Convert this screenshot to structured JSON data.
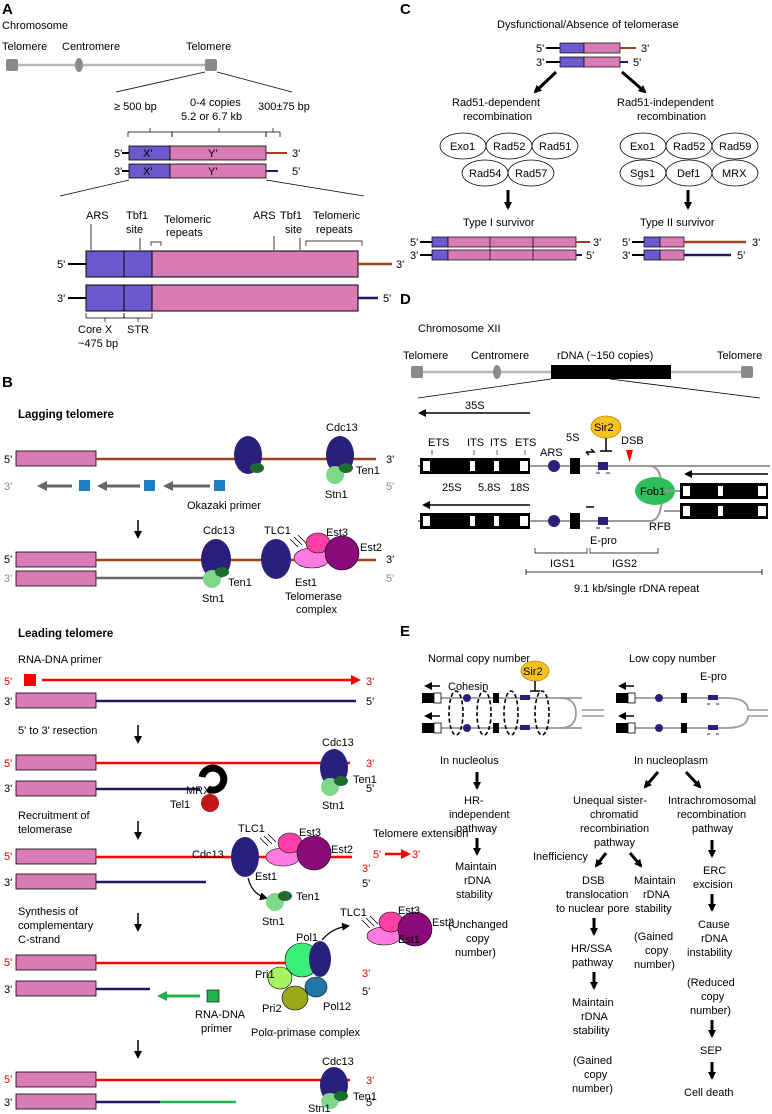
{
  "panels": {
    "a": "A",
    "b": "B",
    "c": "C",
    "d": "D",
    "e": "E"
  },
  "colors": {
    "purple": "#6a5acd",
    "pink": "#d97bb5",
    "brown": "#a0401c",
    "navy": "#1f1a66",
    "red": "#ff0000",
    "green": "#22b14c",
    "gray": "#b8b8b8",
    "cdc13": "#2a1f7a",
    "stn1": "#7fd88a",
    "est3": "#ff3fa5",
    "est2": "#8b0a7a",
    "fob1": "#2fbf5a",
    "sir2": "#f7c21a"
  },
  "a": {
    "chromosome": "Chromosome",
    "telomere_left": "Telomere",
    "centromere": "Centromere",
    "telomere_right": "Telomere",
    "x_len": "≥ 500 bp",
    "y_copies": "0-4 copies",
    "y_len": "5.2 or 6.7 kb",
    "tel_len": "300±75 bp",
    "x_label": "X'",
    "y_label": "Y'",
    "ars1": "ARS",
    "tbf1_1": "Tbf1",
    "site1": "site",
    "telrep1a": "Telomeric",
    "telrep1b": "repeats",
    "ars2": "ARS",
    "tbf1_2": "Tbf1",
    "site2": "site",
    "telrep2a": "Telomeric",
    "telrep2b": "repeats",
    "corex": "Core X",
    "corex_len": "~475 bp",
    "str": "STR"
  },
  "ends": {
    "p5": "5'",
    "p3": "3'"
  },
  "b": {
    "lagging": "Lagging telomere",
    "cdc13": "Cdc13",
    "ten1": "Ten1",
    "stn1": "Stn1",
    "okazaki": "Okazaki primer",
    "tlc1": "TLC1",
    "est3": "Est3",
    "est2": "Est2",
    "est1": "Est1",
    "tel_complex": "Telomerase",
    "tel_complex2": "complex",
    "leading": "Leading telomere",
    "rna_dna": "RNA-DNA primer",
    "resection": "5' to 3' resection",
    "mrx": "MRX",
    "tel1": "Tel1",
    "recruit1": "Recruitment of",
    "recruit2": "telomerase",
    "extension": "Telomere extension",
    "synth1": "Synthesis of",
    "synth2": "complementary",
    "synth3": "C-strand",
    "pol1": "Pol1",
    "pri1": "Pri1",
    "pri2": "Pri2",
    "pol12": "Pol12",
    "rna_dna2a": "RNA-DNA",
    "rna_dna2b": "primer",
    "pola": "Polα-primase complex"
  },
  "c": {
    "title": "Dysfunctional/Absence of telomerase",
    "dep1": "Rad51-dependent",
    "dep2": "recombination",
    "indep1": "Rad51-independent",
    "indep2": "recombination",
    "left_proteins": [
      "Exo1",
      "Rad52",
      "Rad51",
      "Rad54",
      "Rad57"
    ],
    "right_proteins": [
      "Exo1",
      "Rad52",
      "Rad59",
      "Sgs1",
      "Def1",
      "MRX"
    ],
    "type1": "Type I survivor",
    "type2": "Type II survivor"
  },
  "d": {
    "chromosome": "Chromosome XII",
    "telomere_left": "Telomere",
    "centromere": "Centromere",
    "rdna": "rDNA (~150 copies)",
    "telomere_right": "Telomere",
    "s35": "35S",
    "ets1": "ETS",
    "its1": "ITS",
    "its2": "ITS",
    "ets2": "ETS",
    "s5": "5S",
    "sir2": "Sir2",
    "dsb": "DSB",
    "ars": "ARS",
    "s25": "25S",
    "s58": "5.8S",
    "s18": "18S",
    "fob1": "Fob1",
    "rfb": "RFB",
    "epro": "E-pro",
    "igs1": "IGS1",
    "igs2": "IGS2",
    "repeat": "9.1 kb/single rDNA repeat"
  },
  "e": {
    "normal": "Normal copy number",
    "low": "Low copy number",
    "cohesin": "Cohesin",
    "sir2": "Sir2",
    "epro": "E-pro",
    "nucleolus": "In nucleolus",
    "nucleoplasm": "In nucleoplasm",
    "hr1": "HR-",
    "hr2": "independent",
    "hr3": "pathway",
    "maint_a1": "Maintain",
    "maint_a2": "rDNA",
    "maint_a3": "stability",
    "unch1": "(Unchanged",
    "unch2": "copy",
    "unch3": "number)",
    "uneq1": "Unequal sister-",
    "uneq2": "chromatid",
    "uneq3": "recombination",
    "uneq4": "pathway",
    "intra1": "Intrachromosomal",
    "intra2": "recombination",
    "intra3": "pathway",
    "ineff": "Inefficiency",
    "dsb1": "DSB",
    "dsb2": "translocation",
    "dsb3": "to nuclear pore",
    "maint_b1": "Maintain",
    "maint_b2": "rDNA",
    "maint_b3": "stability",
    "gain_b1": "(Gained",
    "gain_b2": "copy",
    "gain_b3": "number)",
    "erc1": "ERC",
    "erc2": "excision",
    "hrssa1": "HR/SSA",
    "hrssa2": "pathway",
    "maint_c1": "Maintain",
    "maint_c2": "rDNA",
    "maint_c3": "stability",
    "gain_c1": "(Gained",
    "gain_c2": "copy",
    "gain_c3": "number)",
    "cause1": "Cause",
    "cause2": "rDNA",
    "cause3": "instability",
    "red1": "(Reduced",
    "red2": "copy",
    "red3": "number)",
    "sep": "SEP",
    "death": "Cell death"
  }
}
